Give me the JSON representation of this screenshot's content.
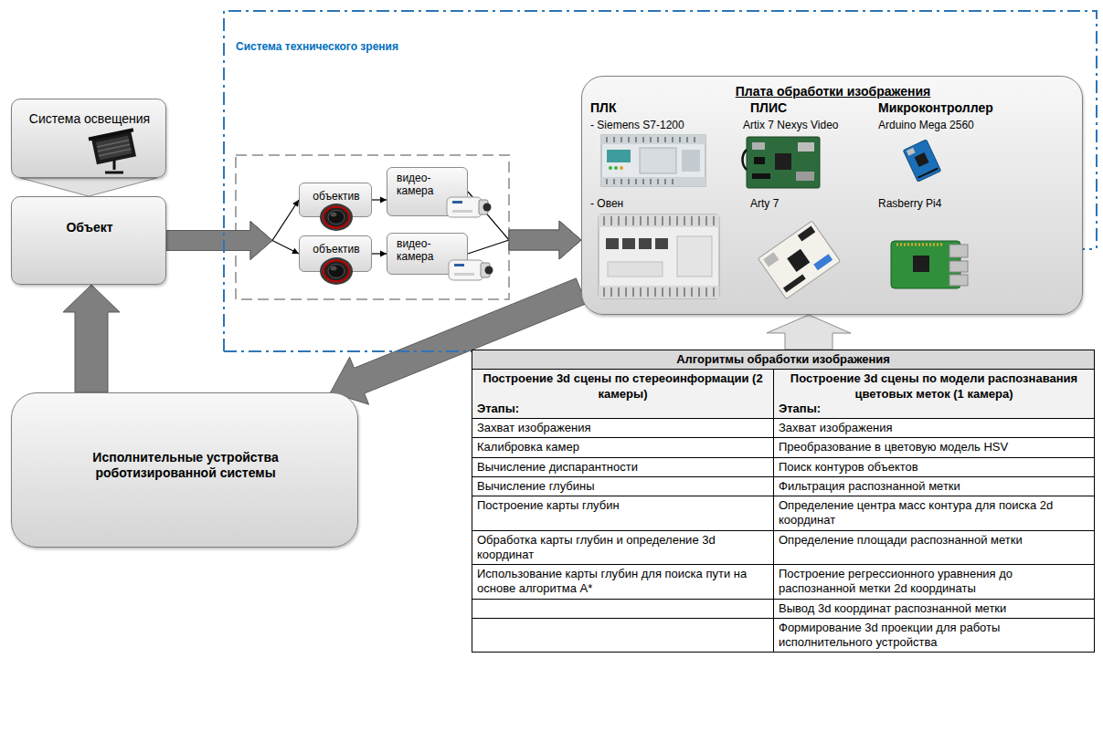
{
  "diagram": {
    "nodes": [
      {
        "text": [
          "Система освещения"
        ]
      },
      {
        "text": [
          "Объект"
        ]
      },
      {
        "text": [
          "Система технического зрения"
        ]
      },
      {
        "text": [
          "объектив"
        ],
        "in": 2
      },
      {
        "text": [
          "видео- камера"
        ],
        "in": 2
      },
      {
        "text": [
          "объектив"
        ],
        "in": 2
      },
      {
        "text": [
          "видео- камера"
        ],
        "in": 2
      },
      {
        "text": [
          "Плата обработки изображения",
          "ПЛК",
          "ПЛИС",
          "Микроконтроллер",
          "- Siemens S7-1200",
          "Artix 7 Nexys Video",
          "Arduino Mega 2560",
          "- Овен",
          "Arty 7",
          "Rasberry Pi4"
        ],
        "in": 2
      },
      {
        "text": [
          "Исполнительные устройства роботизированной системы"
        ]
      },
      {
        "text": [
          "Алгоритмы обработки изображения",
          "Построение 3d сцены по стереоинформации (2 камеры)",
          "Построение 3d сцены по модели распознавания цветовых меток (1 камера)",
          "Этапы:",
          "Этапы:",
          "Захват изображения",
          "Захват изображения",
          "Калибровка камер",
          "Преобразование в цветовую модель HSV",
          "Вычисление диспарантности",
          "Поиск контуров объектов",
          "Вычисление глубины",
          "Фильтрация распознанной метки",
          "Построение карты глубин",
          "Определение центра масс контура для поиска 2d координат",
          "Обработка карты глубин и определение 3d координат",
          "Определение площади распознанной метки",
          "Использование карты глубин для поиска пути на основе алгоритма A*",
          "Построение регрессионного уравнения до распознанной метки 2d координаты",
          "Вывод 3d координат распознанной метки",
          "Формирование 3d проекции для работы исполнительного устройства"
        ]
      }
    ],
    "edges": [
      {
        "from": 0,
        "to": 1,
        "arrow": "to"
      },
      {
        "from": 1,
        "to": 3,
        "arrow": "to"
      },
      {
        "from": 1,
        "to": 5,
        "arrow": "to"
      },
      {
        "from": 3,
        "to": 4,
        "arrow": "to"
      },
      {
        "from": 5,
        "to": 6,
        "arrow": "to"
      },
      {
        "from": 4,
        "to": 7,
        "arrow": "to"
      },
      {
        "from": 6,
        "to": 7,
        "arrow": "to"
      },
      {
        "from": 7,
        "to": 8,
        "arrow": "to"
      },
      {
        "from": 8,
        "to": 1,
        "arrow": "to"
      },
      {
        "from": 9,
        "to": 7,
        "arrow": "to"
      }
    ]
  }
}
